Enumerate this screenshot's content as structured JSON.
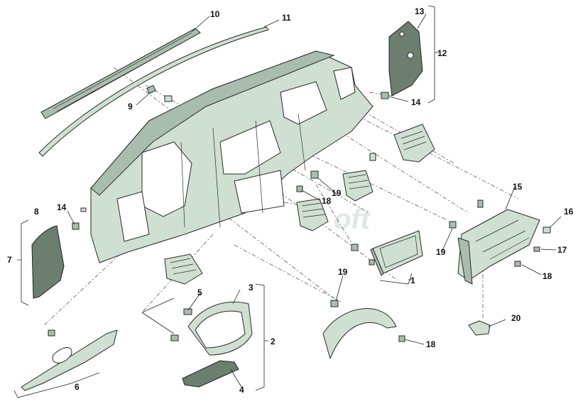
{
  "watermark": "oft",
  "callouts": {
    "c1": "1",
    "c2": "2",
    "c3": "3",
    "c4": "4",
    "c5": "5",
    "c6": "6",
    "c7": "7",
    "c8": "8",
    "c9": "9",
    "c10": "10",
    "c11": "11",
    "c12": "12",
    "c13": "13",
    "c14a": "14",
    "c14b": "14",
    "c15": "15",
    "c16": "16",
    "c17": "17",
    "c18a": "18",
    "c18b": "18",
    "c18c": "18",
    "c19a": "19",
    "c19b": "19",
    "c19c": "19",
    "c20": "20"
  }
}
